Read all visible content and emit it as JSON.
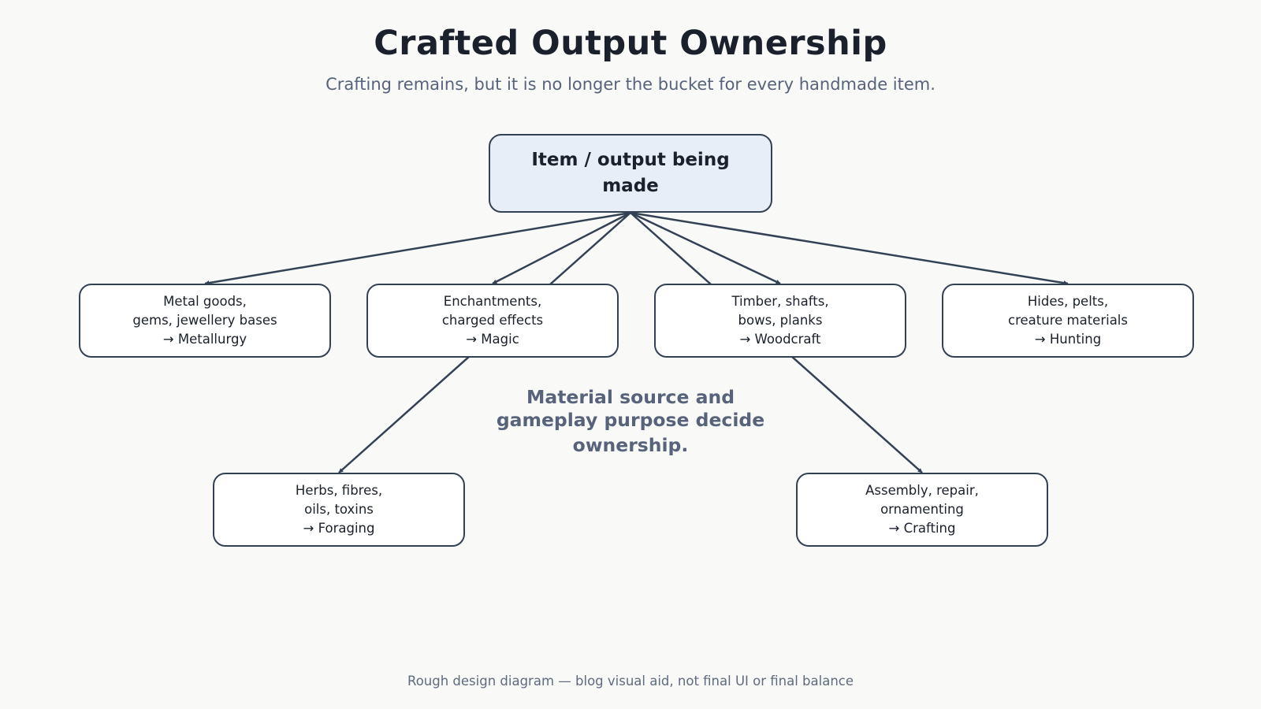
{
  "title": "Crafted Output Ownership",
  "subtitle": "Crafting remains, but it is no longer the bucket for every handmade item.",
  "root": {
    "lines": [
      "Item / output being",
      "made"
    ]
  },
  "nodes": [
    {
      "id": "metallurgy",
      "lines": [
        "Metal goods,",
        "gems, jewellery bases",
        "→ Metallurgy"
      ]
    },
    {
      "id": "magic",
      "lines": [
        "Enchantments,",
        "charged effects",
        "→ Magic"
      ]
    },
    {
      "id": "woodcraft",
      "lines": [
        "Timber, shafts,",
        "bows, planks",
        "→ Woodcraft"
      ]
    },
    {
      "id": "hunting",
      "lines": [
        "Hides, pelts,",
        "creature materials",
        "→ Hunting"
      ]
    },
    {
      "id": "foraging",
      "lines": [
        "Herbs, fibres,",
        "oils, toxins",
        "→ Foraging"
      ]
    },
    {
      "id": "crafting",
      "lines": [
        "Assembly, repair,",
        "ornamenting",
        "→ Crafting"
      ]
    }
  ],
  "edges": [
    {
      "from": "root",
      "to": "metallurgy"
    },
    {
      "from": "root",
      "to": "magic"
    },
    {
      "from": "root",
      "to": "woodcraft"
    },
    {
      "from": "root",
      "to": "hunting"
    },
    {
      "from": "root",
      "to": "foraging"
    },
    {
      "from": "root",
      "to": "crafting"
    }
  ],
  "center_note": {
    "lines": [
      "Material source and",
      "gameplay purpose decide",
      "ownership."
    ]
  },
  "footer": "Rough design diagram — blog visual aid, not final UI or final balance",
  "colors": {
    "background": "#f9f9f8",
    "edge": "#334155",
    "root_fill": "#e7eef8",
    "node_fill": "#ffffff",
    "muted_text": "#57637a"
  }
}
